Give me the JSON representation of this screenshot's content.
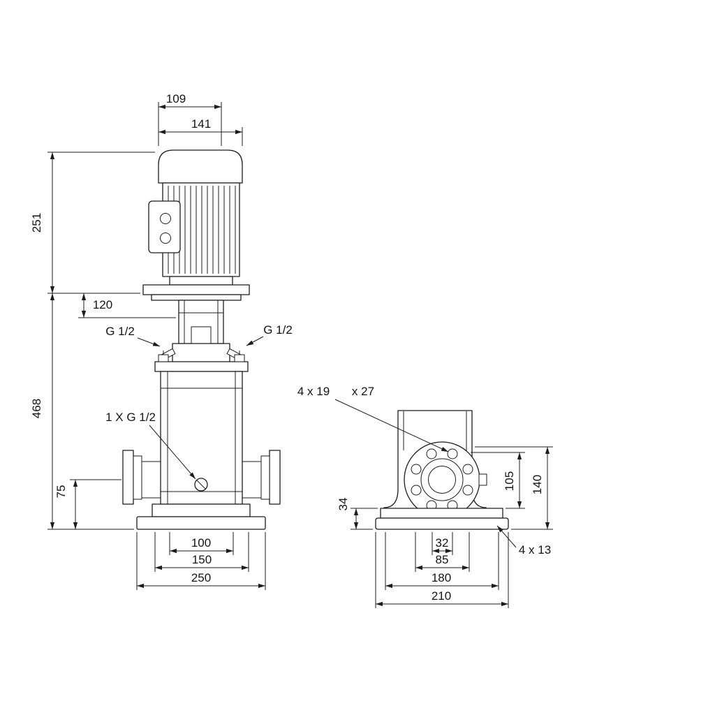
{
  "front_view": {
    "dim_109": "109",
    "dim_141": "141",
    "dim_251": "251",
    "dim_120": "120",
    "plug_left": "G 1/2",
    "plug_right": "G 1/2",
    "dim_468": "468",
    "drain": "1 X G 1/2",
    "dim_75": "75",
    "dim_100": "100",
    "dim_150": "150",
    "dim_250": "250"
  },
  "side_view": {
    "holes": "4 x 19",
    "holes_depth": "x 27",
    "dim_34": "34",
    "dim_105": "105",
    "dim_140": "140",
    "dim_32": "32",
    "dim_85": "85",
    "dim_180": "180",
    "dim_210": "210",
    "base_holes": "4 x 13"
  },
  "colors": {
    "line": "#1c1c1c",
    "background": "#ffffff",
    "text": "#141414"
  }
}
